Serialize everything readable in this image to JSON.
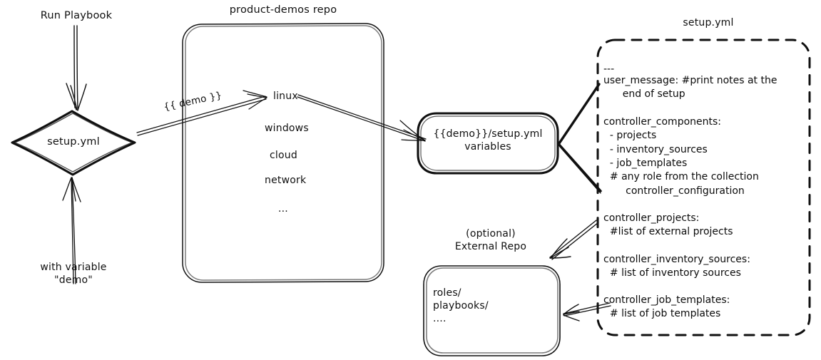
{
  "diagram": {
    "title_alt": "Ansible product-demos setup.yml flow",
    "nodes": {
      "run_playbook_label": "Run Playbook",
      "with_variable_label": "with variable\n\"demo\"",
      "setup_diamond": "setup.yml",
      "repo_box_title": "product-demos repo",
      "repo_items": [
        "linux",
        "windows",
        "cloud",
        "network",
        "..."
      ],
      "demo_edge_label": "{{ demo }}",
      "vars_box": "{{demo}}/setup.yml\nvariables",
      "external_repo_title": "(optional)\nExternal Repo",
      "external_repo_body": "roles/\nplaybooks/\n....",
      "setup_yml_title": "setup.yml"
    },
    "setup_yml_sections": [
      {
        "name": "doc-start",
        "lines": [
          "---"
        ]
      },
      {
        "name": "user-message",
        "lines": [
          "user_message: #print notes at the",
          "      end of setup"
        ]
      },
      {
        "name": "controller-components",
        "lines": [
          "controller_components:",
          "  - projects",
          "  - inventory_sources",
          "  - job_templates",
          "  # any role from the collection",
          "       controller_configuration"
        ]
      },
      {
        "name": "controller-projects",
        "lines": [
          "controller_projects:",
          "  #list of external projects"
        ]
      },
      {
        "name": "controller-inventory-sources",
        "lines": [
          "controller_inventory_sources:",
          "  # list of inventory sources"
        ]
      },
      {
        "name": "controller-job-templates",
        "lines": [
          "controller_job_templates:",
          "  # list of job templates"
        ]
      }
    ],
    "colors": {
      "ink": "#101010",
      "background": "#ffffff"
    }
  }
}
